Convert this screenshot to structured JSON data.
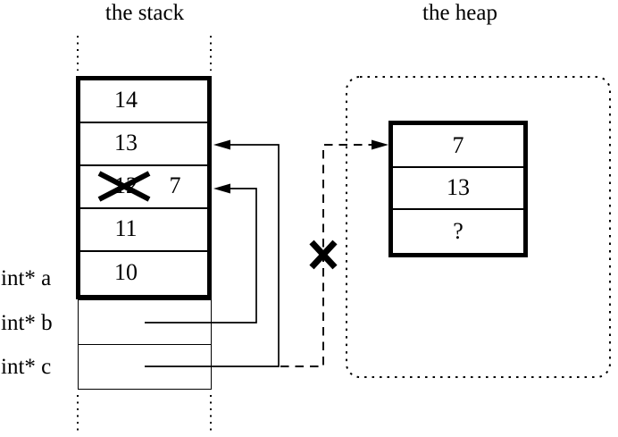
{
  "page": {
    "background": "#ffffff",
    "ink": "#000000"
  },
  "stack": {
    "title": "the stack",
    "frame_cells": [
      {
        "value": "14",
        "crossed_out": false
      },
      {
        "value": "13",
        "crossed_out": false
      },
      {
        "value": "12",
        "crossed_out": true,
        "replacement_value": "7"
      },
      {
        "value": "11",
        "crossed_out": false
      },
      {
        "value": "10",
        "crossed_out": false
      }
    ],
    "pointer_variables": [
      {
        "label": "int* a"
      },
      {
        "label": "int* b"
      },
      {
        "label": "int* c"
      }
    ]
  },
  "heap": {
    "title": "the heap",
    "block_cells": [
      {
        "value": "7"
      },
      {
        "value": "13"
      },
      {
        "value": "?"
      }
    ]
  },
  "pointers": [
    {
      "id": "b-to-stack",
      "style": "solid",
      "from": "int* b",
      "to": "stack cell with 12 crossed out (now 7)"
    },
    {
      "id": "c-to-stack",
      "style": "solid",
      "from": "int* c",
      "to": "stack cell 13"
    },
    {
      "id": "c-to-heap-dangling",
      "style": "dashed",
      "from": "int* c",
      "to": "heap cell 7",
      "crossed_out": true
    }
  ]
}
